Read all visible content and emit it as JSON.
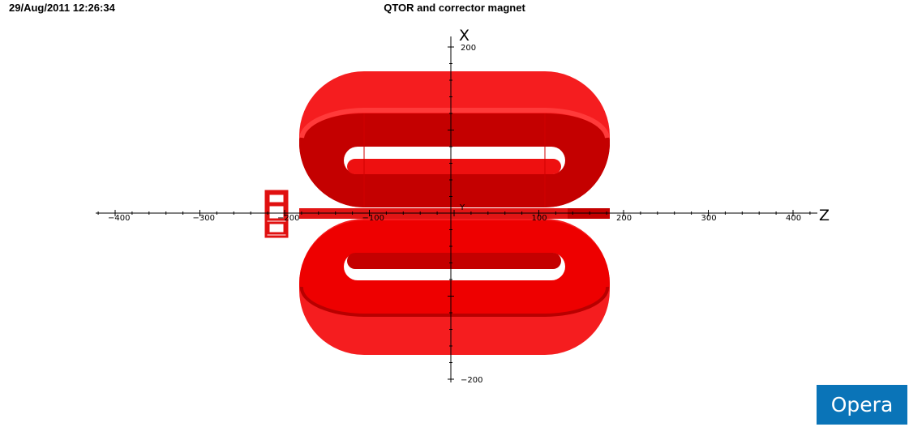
{
  "header": {
    "timestamp": "29/Aug/2011 12:26:34",
    "title": "QTOR and corrector magnet"
  },
  "axes": {
    "horizontal": {
      "letter": "Z",
      "tick_labels": [
        {
          "value": -400,
          "label": "−400"
        },
        {
          "value": -300,
          "label": "−300"
        },
        {
          "value": -200,
          "label": "−200"
        },
        {
          "value": -100,
          "label": "−100"
        },
        {
          "value": 100,
          "label": "100"
        },
        {
          "value": 200,
          "label": "200"
        },
        {
          "value": 300,
          "label": "300"
        },
        {
          "value": 400,
          "label": "400"
        }
      ]
    },
    "vertical": {
      "letter": "X",
      "tick_labels": [
        {
          "value": 200,
          "label": "200"
        },
        {
          "value": -200,
          "label": "−200"
        }
      ]
    },
    "depth": {
      "letter": "Y"
    }
  },
  "colors": {
    "coil_light": "#f51d1f",
    "coil_front": "#ee0000",
    "coil_dark": "#c40000",
    "coil_inner": "#d91010",
    "corrector": "#e01010"
  },
  "brand": {
    "label": "Opera"
  }
}
